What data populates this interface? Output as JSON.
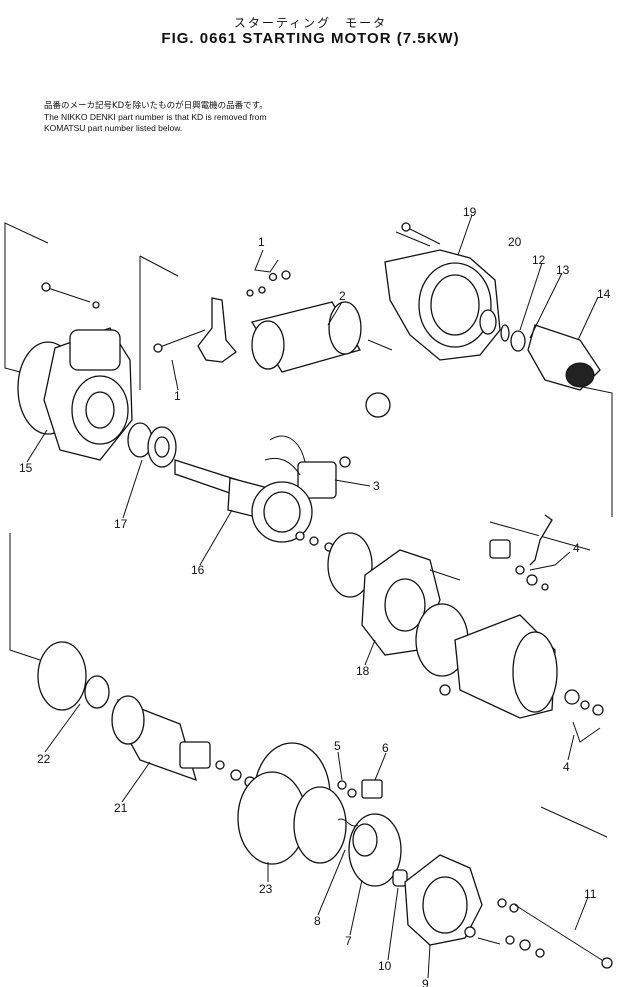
{
  "header": {
    "title_jp": "スターティング　モータ",
    "title": "FIG. 0661  STARTING  MOTOR  (7.5KW)"
  },
  "notes": {
    "jp": "品番のメーカ記号KDを除いたものが日興電機の品番です。",
    "en_line1": "The NIKKO DENKI part number is that KD is removed from",
    "en_line2": "KOMATSU part number listed below."
  },
  "callouts": [
    "1",
    "1",
    "2",
    "3",
    "4",
    "4",
    "5",
    "6",
    "7",
    "8",
    "9",
    "10",
    "11",
    "12",
    "13",
    "14",
    "15",
    "16",
    "17",
    "18",
    "19",
    "20",
    "21",
    "22",
    "23"
  ]
}
